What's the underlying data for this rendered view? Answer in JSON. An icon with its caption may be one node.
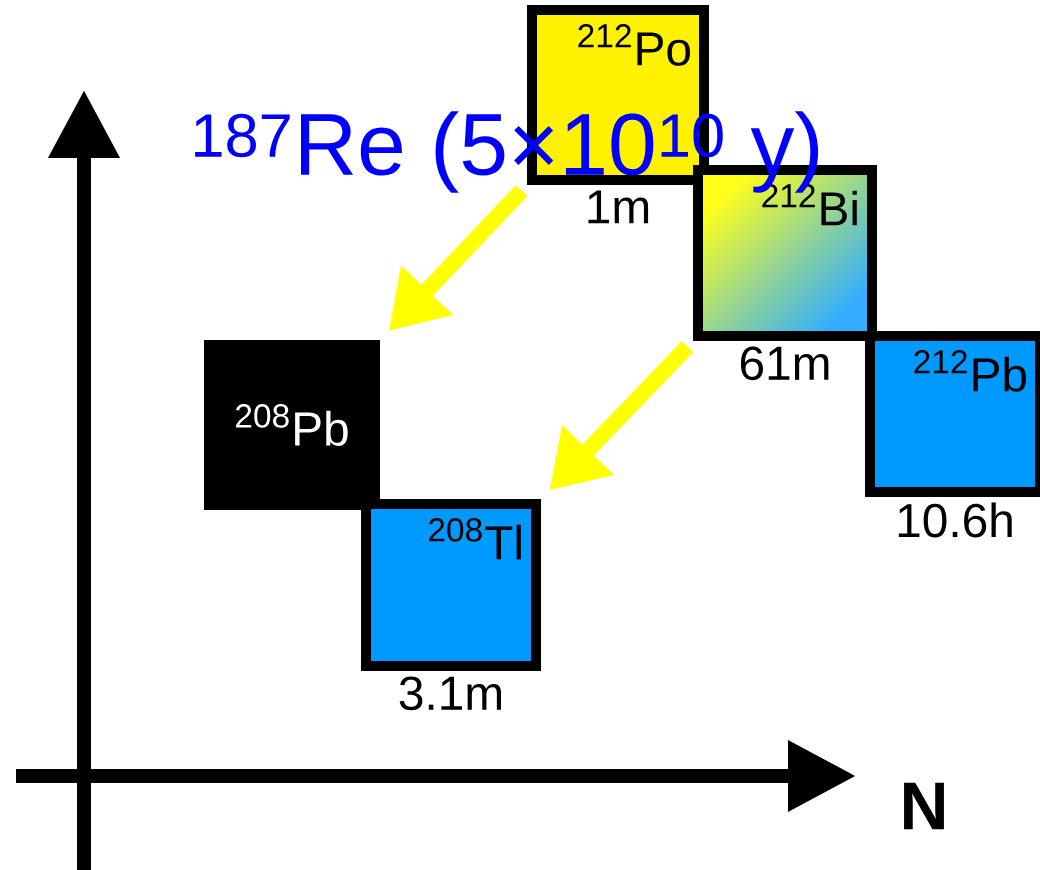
{
  "diagram": {
    "nodes": [
      {
        "text": [
          "$^{212}$Po"
        ],
        "beside": [
          "1m"
        ]
      },
      {
        "text": [
          "$^{212}$Bi"
        ],
        "beside": [
          "61m"
        ]
      },
      {
        "text": [
          "$^{212}$Pb"
        ],
        "beside": [
          "10.6h"
        ]
      },
      {
        "text": [
          "$^{208}$Pb"
        ]
      },
      {
        "text": [
          "$^{208}$Tl"
        ],
        "beside": [
          "3.1m"
        ]
      }
    ],
    "edges": [
      {
        "from": 0,
        "to": 3,
        "arrow": "to"
      },
      {
        "from": 1,
        "to": 4,
        "arrow": "to"
      }
    ],
    "labels": [
      "$^{187}$Re  (5×10$^{10}$ y)",
      "N"
    ]
  }
}
